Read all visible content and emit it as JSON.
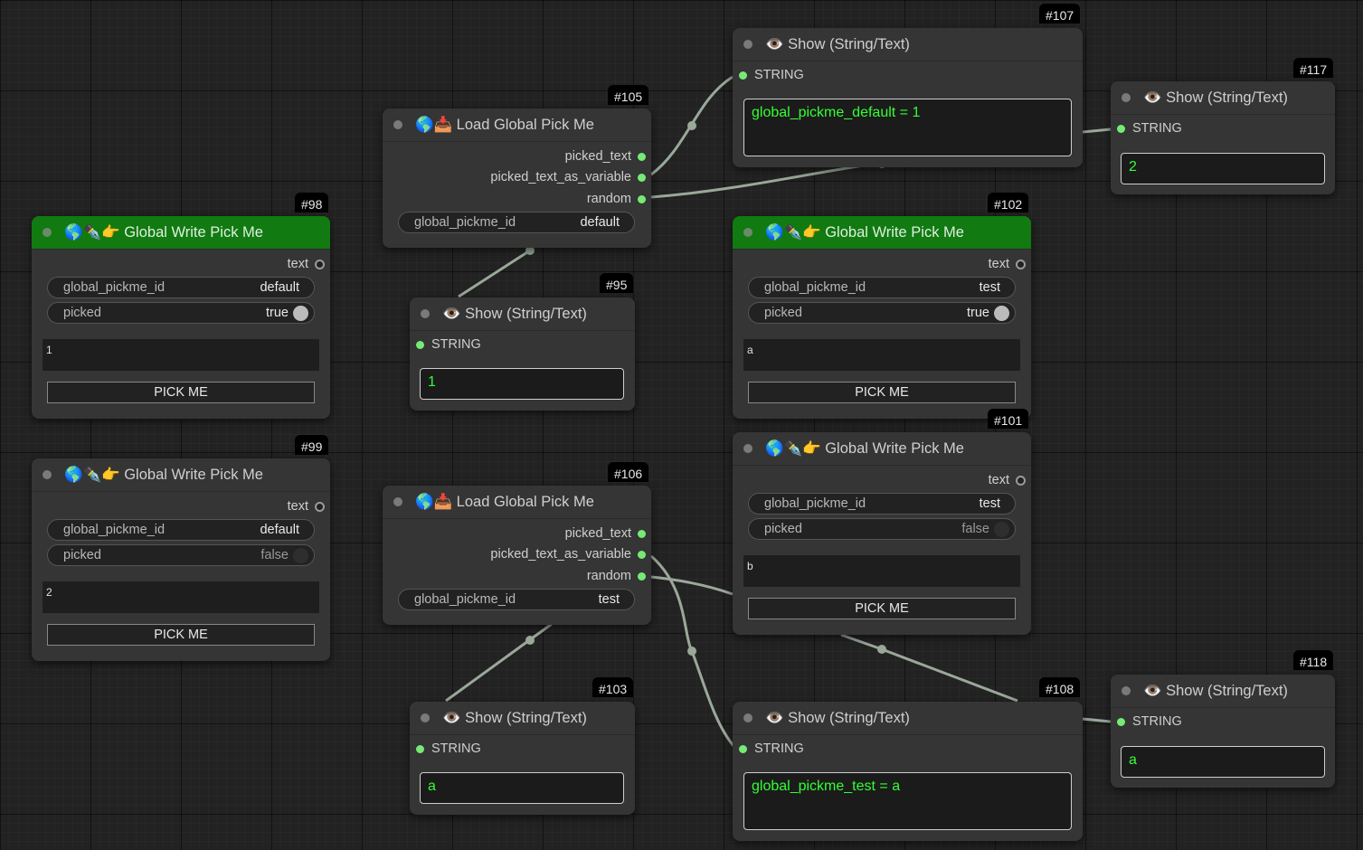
{
  "nodes": {
    "n98": {
      "id": "#98",
      "title": "🌎✒️👉 Global Write Pick Me",
      "output": "text",
      "id_label": "global_pickme_id",
      "id_value": "default",
      "picked_label": "picked",
      "picked_value": "true",
      "text": "1",
      "button": "PICK ME"
    },
    "n99": {
      "id": "#99",
      "title": "🌎✒️👉 Global Write Pick Me",
      "output": "text",
      "id_label": "global_pickme_id",
      "id_value": "default",
      "picked_label": "picked",
      "picked_value": "false",
      "text": "2",
      "button": "PICK ME"
    },
    "n102": {
      "id": "#102",
      "title": "🌎✒️👉 Global Write Pick Me",
      "output": "text",
      "id_label": "global_pickme_id",
      "id_value": "test",
      "picked_label": "picked",
      "picked_value": "true",
      "text": "a",
      "button": "PICK ME"
    },
    "n101": {
      "id": "#101",
      "title": "🌎✒️👉 Global Write Pick Me",
      "output": "text",
      "id_label": "global_pickme_id",
      "id_value": "test",
      "picked_label": "picked",
      "picked_value": "false",
      "text": "b",
      "button": "PICK ME"
    },
    "n105": {
      "id": "#105",
      "title": "🌎📥 Load Global Pick Me",
      "out1": "picked_text",
      "out2": "picked_text_as_variable",
      "out3": "random",
      "id_label": "global_pickme_id",
      "id_value": "default"
    },
    "n106": {
      "id": "#106",
      "title": "🌎📥 Load Global Pick Me",
      "out1": "picked_text",
      "out2": "picked_text_as_variable",
      "out3": "random",
      "id_label": "global_pickme_id",
      "id_value": "test"
    },
    "n95": {
      "id": "#95",
      "title": "👁️ Show (String/Text)",
      "input": "STRING",
      "value": "1"
    },
    "n103": {
      "id": "#103",
      "title": "👁️ Show (String/Text)",
      "input": "STRING",
      "value": "a"
    },
    "n107": {
      "id": "#107",
      "title": "👁️ Show (String/Text)",
      "input": "STRING",
      "value": "global_pickme_default = 1"
    },
    "n108": {
      "id": "#108",
      "title": "👁️ Show (String/Text)",
      "input": "STRING",
      "value": "global_pickme_test = a"
    },
    "n117": {
      "id": "#117",
      "title": "👁️ Show (String/Text)",
      "input": "STRING",
      "value": "2"
    },
    "n118": {
      "id": "#118",
      "title": "👁️ Show (String/Text)",
      "input": "STRING",
      "value": "a"
    }
  },
  "colors": {
    "write_header": "#117a11",
    "node_bg": "#353535",
    "link": "#9aa89a",
    "socket_green": "#76ea76",
    "show_text": "#33ff33"
  }
}
